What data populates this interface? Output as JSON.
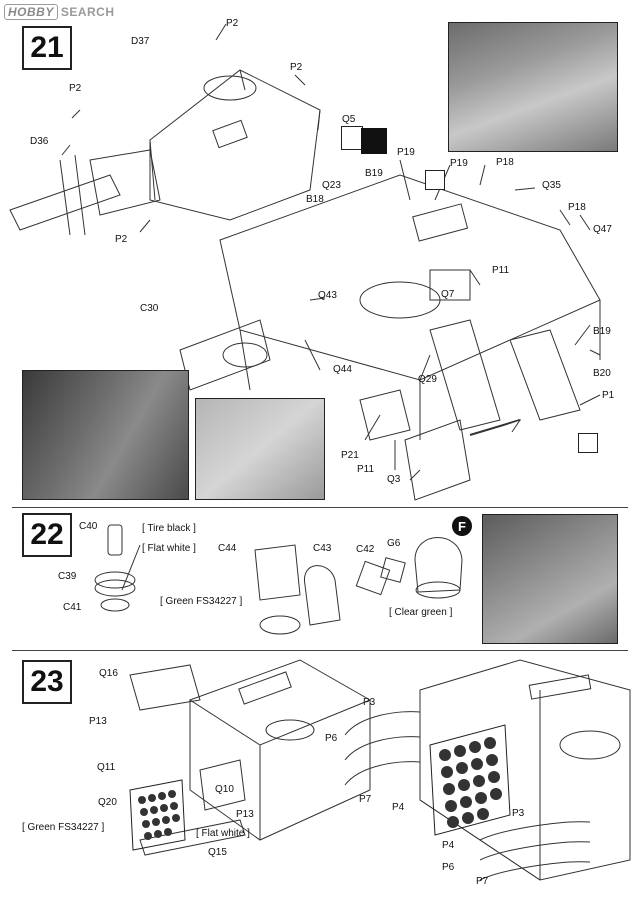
{
  "watermark": "HOBBY SEARCH",
  "watermark_logo": "HOBBY",
  "watermark_rest": "SEARCH",
  "steps": [
    {
      "number": "21"
    },
    {
      "number": "22"
    },
    {
      "number": "23"
    }
  ],
  "step21": {
    "labels": [
      "P2",
      "D37",
      "P2",
      "P2",
      "D36",
      "P2",
      "Q5",
      "P19",
      "B19",
      "Q23",
      "P19",
      "P18",
      "Q35",
      "B18",
      "P18",
      "Q47",
      "P11",
      "Q7",
      "Q43",
      "C30",
      "Q44",
      "Q29",
      "B19",
      "B20",
      "P1",
      "P21",
      "P11",
      "Q3"
    ]
  },
  "step22": {
    "labels": [
      "C40",
      "C39",
      "C41",
      "C44",
      "C43",
      "C42",
      "G6"
    ],
    "notes": [
      "[ Tire black ]",
      "[ Flat white ]",
      "[ Green FS34227 ]",
      "[ Clear green ]"
    ],
    "circle_badge": "F"
  },
  "step23": {
    "labels": [
      "Q16",
      "P13",
      "Q11",
      "Q20",
      "Q10",
      "P13",
      "Q15",
      "P3",
      "P6",
      "P7",
      "P4",
      "P3",
      "P4",
      "P6",
      "P7"
    ],
    "notes": [
      "[ Green FS34227 ]",
      "[ Flat white ]"
    ]
  }
}
